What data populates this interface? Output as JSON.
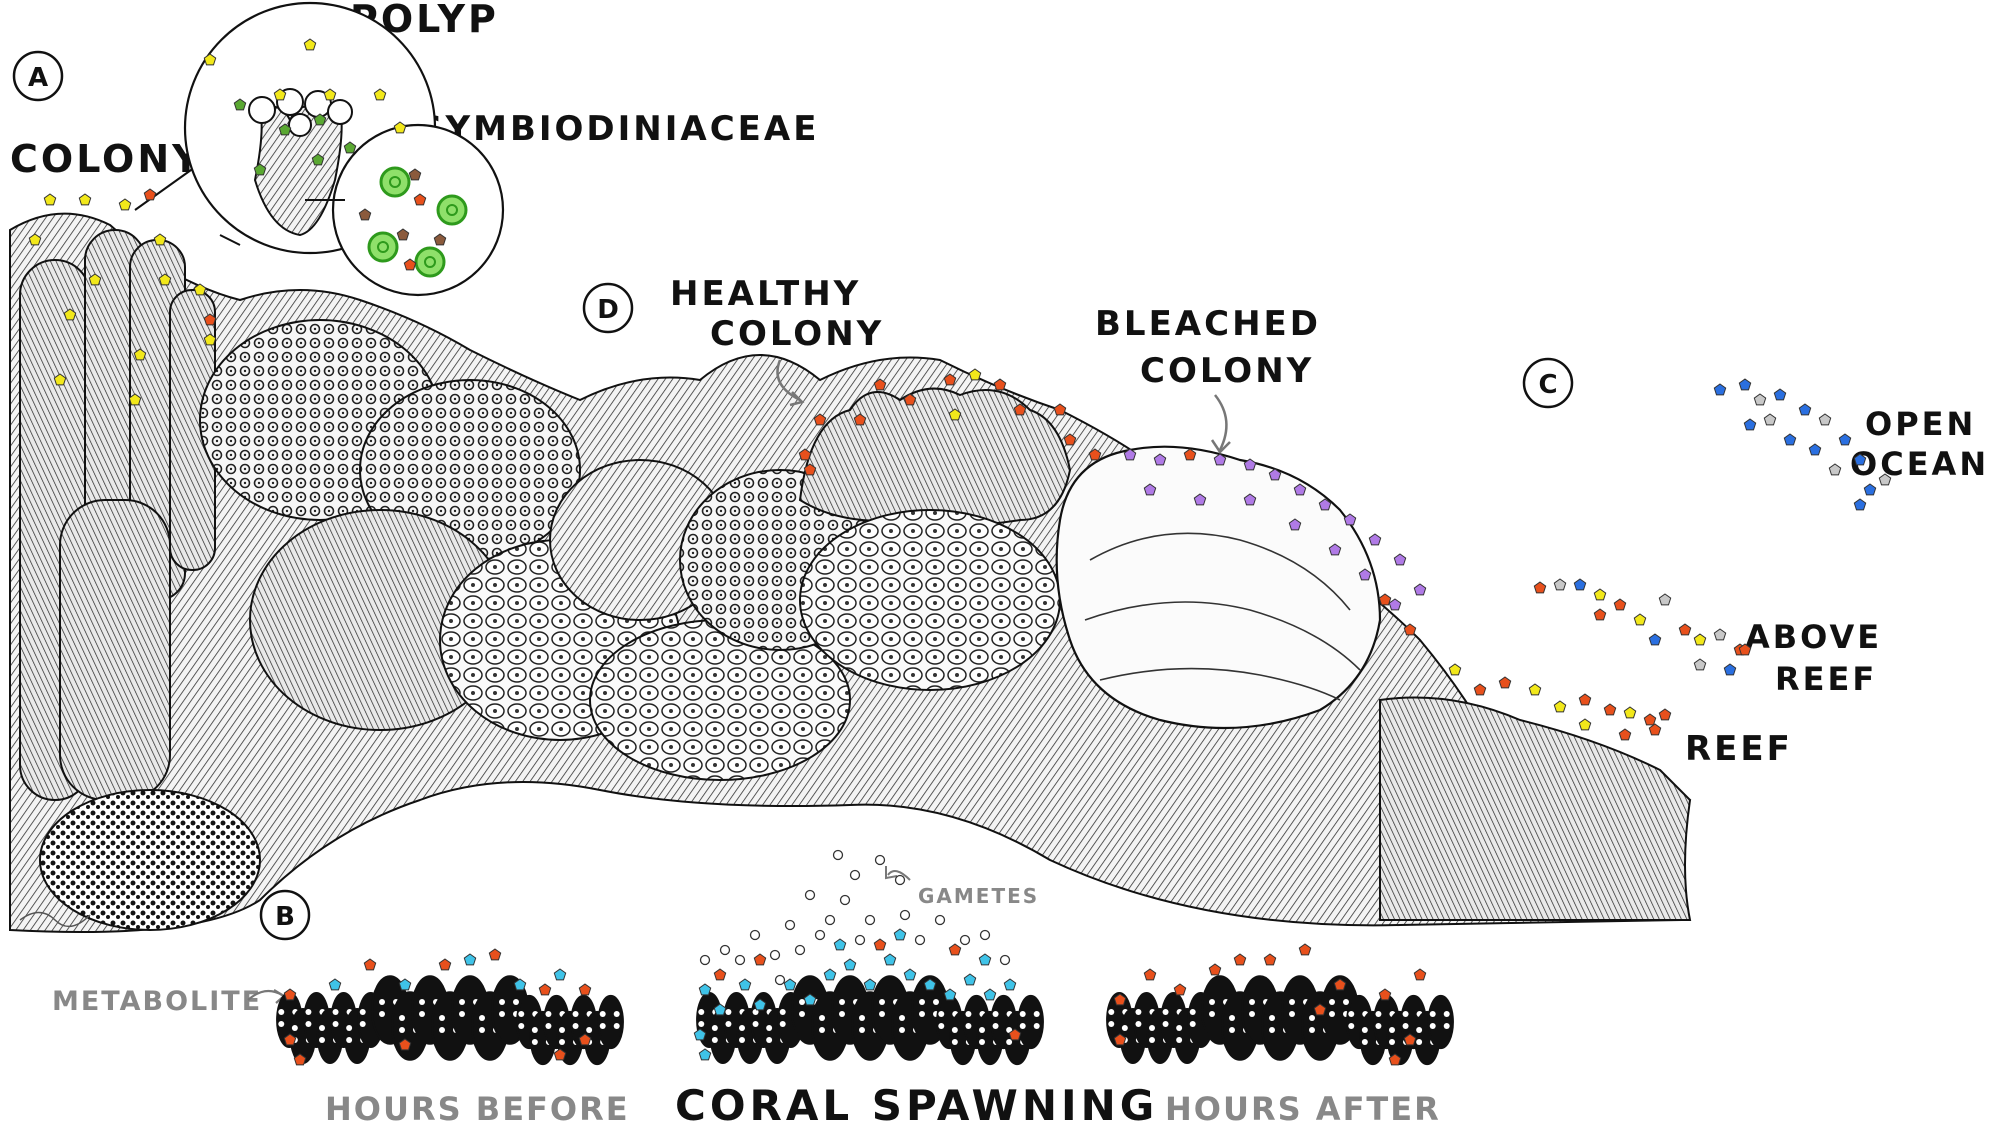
{
  "panels": {
    "a": "A",
    "b": "B",
    "c": "C",
    "d": "D"
  },
  "labels": {
    "polyp": "POLYP",
    "colony": "COLONY",
    "symbiodiniaceae": "SYMBIODINIACEAE",
    "healthy_colony": [
      "HEALTHY",
      "COLONY"
    ],
    "bleached_colony": [
      "BLEACHED",
      "COLONY"
    ],
    "open_ocean": [
      "OPEN",
      "OCEAN"
    ],
    "above_reef": [
      "ABOVE",
      "REEF"
    ],
    "reef": "REEF",
    "gametes": "GAMETES",
    "metabolite": "METABOLITE",
    "hours_before": "HOURS BEFORE",
    "coral_spawning": "CORAL SPAWNING",
    "hours_after": "HOURS AFTER"
  },
  "colors": {
    "metabolite_yellow": "#f2e81a",
    "metabolite_orange": "#e8501c",
    "metabolite_green": "#5aa832",
    "metabolite_brown": "#8b5a3c",
    "metabolite_purple": "#b07ae6",
    "metabolite_blue": "#2a6fe0",
    "metabolite_grey": "#c8c8c8",
    "metabolite_cyan": "#3fc3e8",
    "symbiont_green": "#6ed24e",
    "ink": "#111111",
    "label_grey": "#888888"
  }
}
